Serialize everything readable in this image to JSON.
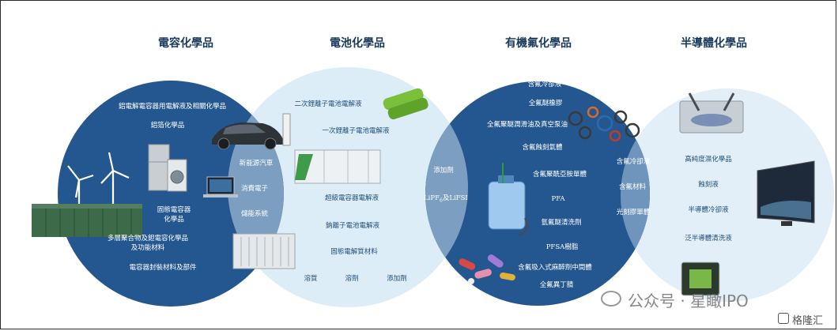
{
  "columns": [
    {
      "title": "電容化學品"
    },
    {
      "title": "電池化學品"
    },
    {
      "title": "有機氟化學品"
    },
    {
      "title": "半導體化學品"
    }
  ],
  "capacitor": {
    "items": [
      "鋁電解電容器用電解液及相關化學品",
      "鋁箔化學品",
      "固態電容器",
      "化學品",
      "多層聚合物及鉭電容化學品",
      "及功能材料",
      "電容器封裝材料及部件"
    ]
  },
  "applications": {
    "items": [
      "新能源汽車",
      "消費電子",
      "儲能系統"
    ]
  },
  "battery": {
    "items": [
      "二次鋰離子電池電解液",
      "一次鋰離子電池電解液",
      "超級電容器電解液",
      "鈉離子電池電解液",
      "固態電解質材料",
      "溶質",
      "溶劑",
      "添加劑"
    ]
  },
  "overlap_battery_fluoro": {
    "items": [
      "添加劑",
      "LiPF",
      "6",
      "及LiFSI"
    ]
  },
  "fluoro": {
    "items": [
      "含氟冷卻液",
      "全氟醚橡膠",
      "全氟聚醚潤滑油及真空泵油",
      "含氟蝕刻氣體",
      "含氟聚酰亞胺單體",
      "PFA",
      "氫氟醚清洗劑",
      "PFSA樹脂",
      "含氟吸入式麻醉劑中間體",
      "全氟異丁腈"
    ]
  },
  "overlap_fluoro_semi": {
    "items": [
      "含氟冷卻液",
      "含氟材料",
      "光刻膠單體"
    ]
  },
  "semiconductor": {
    "items": [
      "高純度濕化學品",
      "蝕刻液",
      "半導體冷卻液",
      "泛半導體清洗液"
    ]
  },
  "watermark": {
    "wechat": "公众号 · 星瞰IPO",
    "source": "格隆汇"
  },
  "colors": {
    "dark_blue": "#24578f",
    "light_blue": "#dcedf7",
    "overlap": "#7c9ec1",
    "title": "#1a3a5c"
  }
}
